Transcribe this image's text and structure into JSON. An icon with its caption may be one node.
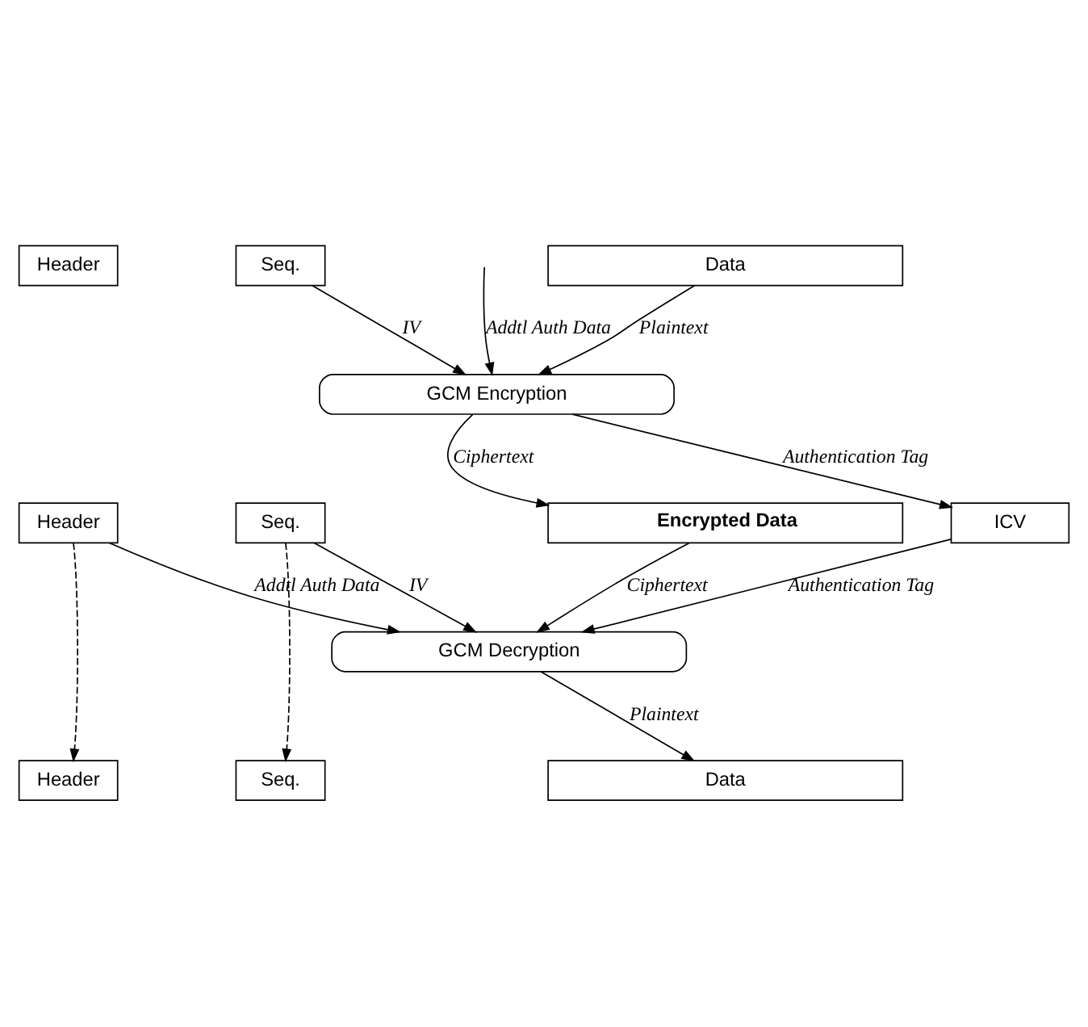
{
  "diagram": {
    "nodes": [
      {
        "text": [
          "Header"
        ]
      },
      {
        "text": [
          "Seq."
        ]
      },
      {
        "text": [
          "Data"
        ]
      },
      {
        "text": [
          "GCM Encryption"
        ]
      },
      {
        "text": [
          "Header"
        ]
      },
      {
        "text": [
          "Seq."
        ]
      },
      {
        "text": [
          "Encrypted Data"
        ]
      },
      {
        "text": [
          "ICV"
        ]
      },
      {
        "text": [
          "GCM Decryption"
        ]
      },
      {
        "text": [
          "Header"
        ]
      },
      {
        "text": [
          "Seq."
        ]
      },
      {
        "text": [
          "Data"
        ]
      }
    ],
    "edges": [
      {
        "from": 1,
        "to": 3,
        "arrow": "to",
        "label": "IV"
      },
      {
        "from": 2,
        "to": 3,
        "arrow": "to",
        "label": "Plaintext"
      },
      {
        "from": null,
        "to": 3,
        "arrow": "to",
        "label": "Addtl Auth Data"
      },
      {
        "from": 3,
        "to": 6,
        "arrow": "to",
        "label": "Ciphertext"
      },
      {
        "from": 3,
        "to": 7,
        "arrow": "to",
        "label": "Authentication Tag"
      },
      {
        "from": 5,
        "to": 8,
        "arrow": "to",
        "label": "IV"
      },
      {
        "from": 4,
        "to": 8,
        "arrow": "to",
        "label": "Addtl Auth Data"
      },
      {
        "from": 6,
        "to": 8,
        "arrow": "to",
        "label": "Ciphertext"
      },
      {
        "from": 7,
        "to": 8,
        "arrow": "to",
        "label": "Authentication Tag"
      },
      {
        "from": 8,
        "to": 11,
        "arrow": "to",
        "label": "Plaintext"
      },
      {
        "from": 4,
        "to": 9,
        "arrow": "to",
        "style": "dashed"
      },
      {
        "from": 5,
        "to": 10,
        "arrow": "to",
        "style": "dashed"
      }
    ]
  }
}
